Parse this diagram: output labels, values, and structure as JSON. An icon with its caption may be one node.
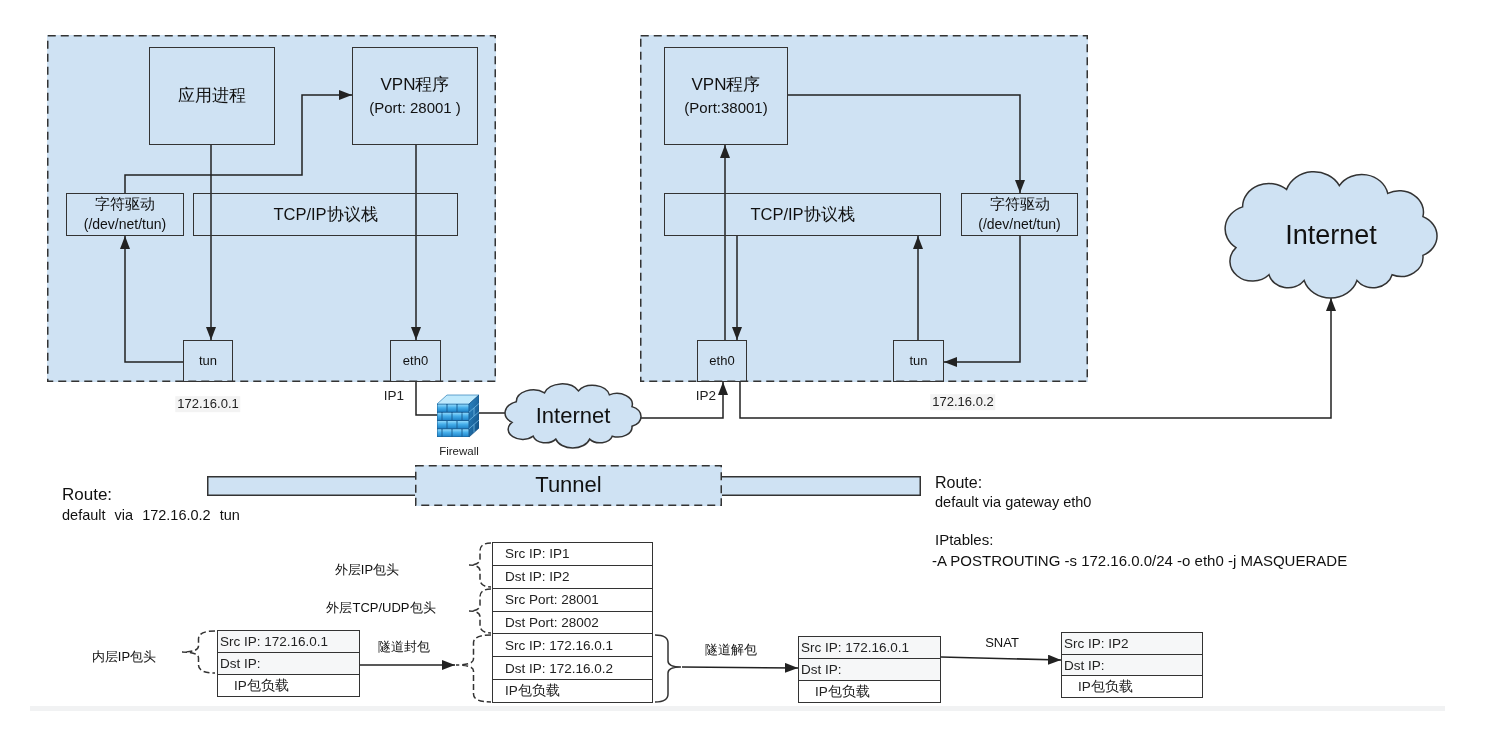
{
  "diagram": {
    "nodes": [
      {
        "text": [],
        "shape": "box"
      },
      {
        "text": [
          "应用进程"
        ],
        "in": 0
      },
      {
        "text": [
          "VPN程序",
          "(Port: 28001 )"
        ],
        "in": 0
      },
      {
        "text": [
          "字符驱动",
          "(/dev/net/tun)"
        ],
        "in": 0
      },
      {
        "text": [
          "TCP/IP协议栈"
        ],
        "in": 0
      },
      {
        "text": [
          "tun"
        ],
        "in": 0,
        "beside": [
          "172.16.0.1"
        ]
      },
      {
        "text": [
          "eth0"
        ],
        "in": 0,
        "beside": [
          "IP1"
        ]
      },
      {
        "text": [],
        "shape": "box"
      },
      {
        "text": [
          "VPN程序",
          "(Port:38001)"
        ],
        "in": 7
      },
      {
        "text": [
          "TCP/IP协议栈"
        ],
        "in": 7
      },
      {
        "text": [
          "字符驱动",
          "(/dev/net/tun)"
        ],
        "in": 7
      },
      {
        "text": [
          "eth0"
        ],
        "in": 7,
        "beside": [
          "IP2"
        ]
      },
      {
        "text": [
          "tun"
        ],
        "in": 7,
        "beside": [
          "172.16.0.2"
        ]
      },
      {
        "text": [
          "Internet"
        ]
      },
      {
        "text": [],
        "shape": "picture",
        "beside": [
          "Firewall"
        ]
      },
      {
        "text": [
          "Internet"
        ]
      },
      {
        "text": [
          "Tunnel"
        ]
      },
      {
        "text": [
          "Src IP: 172.16.0.1",
          "Dst IP:",
          "IP包负载"
        ]
      },
      {
        "text": [
          "Src IP: IP1",
          "Dst IP: IP2",
          "Src Port: 28001",
          "Dst Port: 28002",
          "Src IP: 172.16.0.1",
          "Dst IP: 172.16.0.2",
          "IP包负载"
        ]
      },
      {
        "text": [
          "Src IP: 172.16.0.1",
          "Dst IP:",
          "IP包负载"
        ]
      },
      {
        "text": [
          "Src IP: IP2",
          "Dst IP:",
          "IP包负载"
        ]
      }
    ],
    "edges": [
      {
        "from": 1,
        "to": 4,
        "arrow": "none"
      },
      {
        "from": 4,
        "to": 5,
        "arrow": "to"
      },
      {
        "from": 5,
        "to": 3,
        "arrow": "to"
      },
      {
        "from": 3,
        "to": 2,
        "arrow": "to"
      },
      {
        "from": 2,
        "to": 4,
        "arrow": "none"
      },
      {
        "from": 4,
        "to": 6,
        "arrow": "to"
      },
      {
        "from": 6,
        "to": 14,
        "arrow": "none"
      },
      {
        "from": 14,
        "to": 15,
        "arrow": "none"
      },
      {
        "from": 15,
        "to": 11,
        "arrow": "to"
      },
      {
        "from": 11,
        "to": 9,
        "arrow": "none"
      },
      {
        "from": 9,
        "to": 8,
        "arrow": "to"
      },
      {
        "from": 9,
        "to": 11,
        "arrow": "to"
      },
      {
        "from": 8,
        "to": 10,
        "arrow": "to"
      },
      {
        "from": 10,
        "to": 12,
        "arrow": "to"
      },
      {
        "from": 12,
        "to": 9,
        "arrow": "to"
      },
      {
        "from": 11,
        "to": 13,
        "arrow": "to"
      },
      {
        "from": 17,
        "to": 18,
        "arrow": "to",
        "label": "隧道封包"
      },
      {
        "from": 18,
        "to": 19,
        "arrow": "to",
        "label": "隧道解包"
      },
      {
        "from": 19,
        "to": 20,
        "arrow": "to",
        "label": "SNAT"
      }
    ],
    "labels": [
      "Route:",
      "default via 172.16.0.2 tun",
      "Route:",
      "default via gateway eth0",
      "IPtables:",
      "-A POSTROUTING -s 172.16.0.0/24 -o eth0 -j MASQUERADE",
      "外层IP包头",
      "外层TCP/UDP包头",
      "内层IP包头"
    ]
  }
}
